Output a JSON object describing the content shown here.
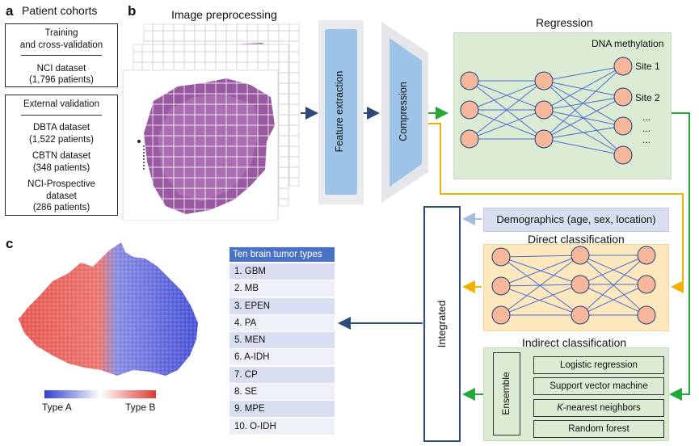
{
  "panels": {
    "a": "a",
    "b": "b",
    "c": "c"
  },
  "cohorts": {
    "title": "Patient cohorts",
    "training": {
      "heading_line1": "Training",
      "heading_line2": "and cross-validation",
      "items": [
        {
          "name": "NCI dataset",
          "count": "(1,796 patients)"
        }
      ]
    },
    "external": {
      "heading": "External validation",
      "items": [
        {
          "name": "DBTA dataset",
          "count": "(1,522 patients)"
        },
        {
          "name": "CBTN dataset",
          "count": "(348 patients)"
        },
        {
          "name_line1": "NCI-Prospective",
          "name_line2": "dataset",
          "count": "(286 patients)"
        }
      ]
    }
  },
  "pipeline": {
    "image_preprocessing": "Image preprocessing",
    "feature_extraction": "Feature extraction",
    "compression": "Compression",
    "regression": "Regression",
    "dna_methylation": "DNA methylation",
    "site1": "Site 1",
    "site2": "Site 2",
    "dots1": "...",
    "dots2": "...",
    "dots3": "...",
    "demographics": "Demographics (age, sex, location)",
    "direct_classification": "Direct classification",
    "indirect_classification": "Indirect classification",
    "ensemble": "Ensemble",
    "integrated": "Integrated",
    "methods": [
      "Logistic regression",
      "Support vector machine",
      "-nearest neighbors",
      "Random forest"
    ],
    "knn_prefix": "K"
  },
  "tumor_types": {
    "header": "Ten brain tumor types",
    "items": [
      "1. GBM",
      "2. MB",
      "3. EPEN",
      "4. PA",
      "5. MEN",
      "6. A-IDH",
      "7. CP",
      "8. SE",
      "9. MPE",
      "10. O-IDH"
    ]
  },
  "heatmap": {
    "type_a": "Type A",
    "type_b": "Type B",
    "color_a": "#2f3fd0",
    "color_b": "#e03a34"
  },
  "colors": {
    "green_arrow": "#25a83a",
    "orange_arrow": "#f2b100",
    "blue_arrow": "#2f4a78",
    "node_fill": "#f6b79a",
    "node_stroke": "#1f3f7a",
    "edge": "#4a6ed0",
    "feature_box": "#9dc3e6"
  }
}
